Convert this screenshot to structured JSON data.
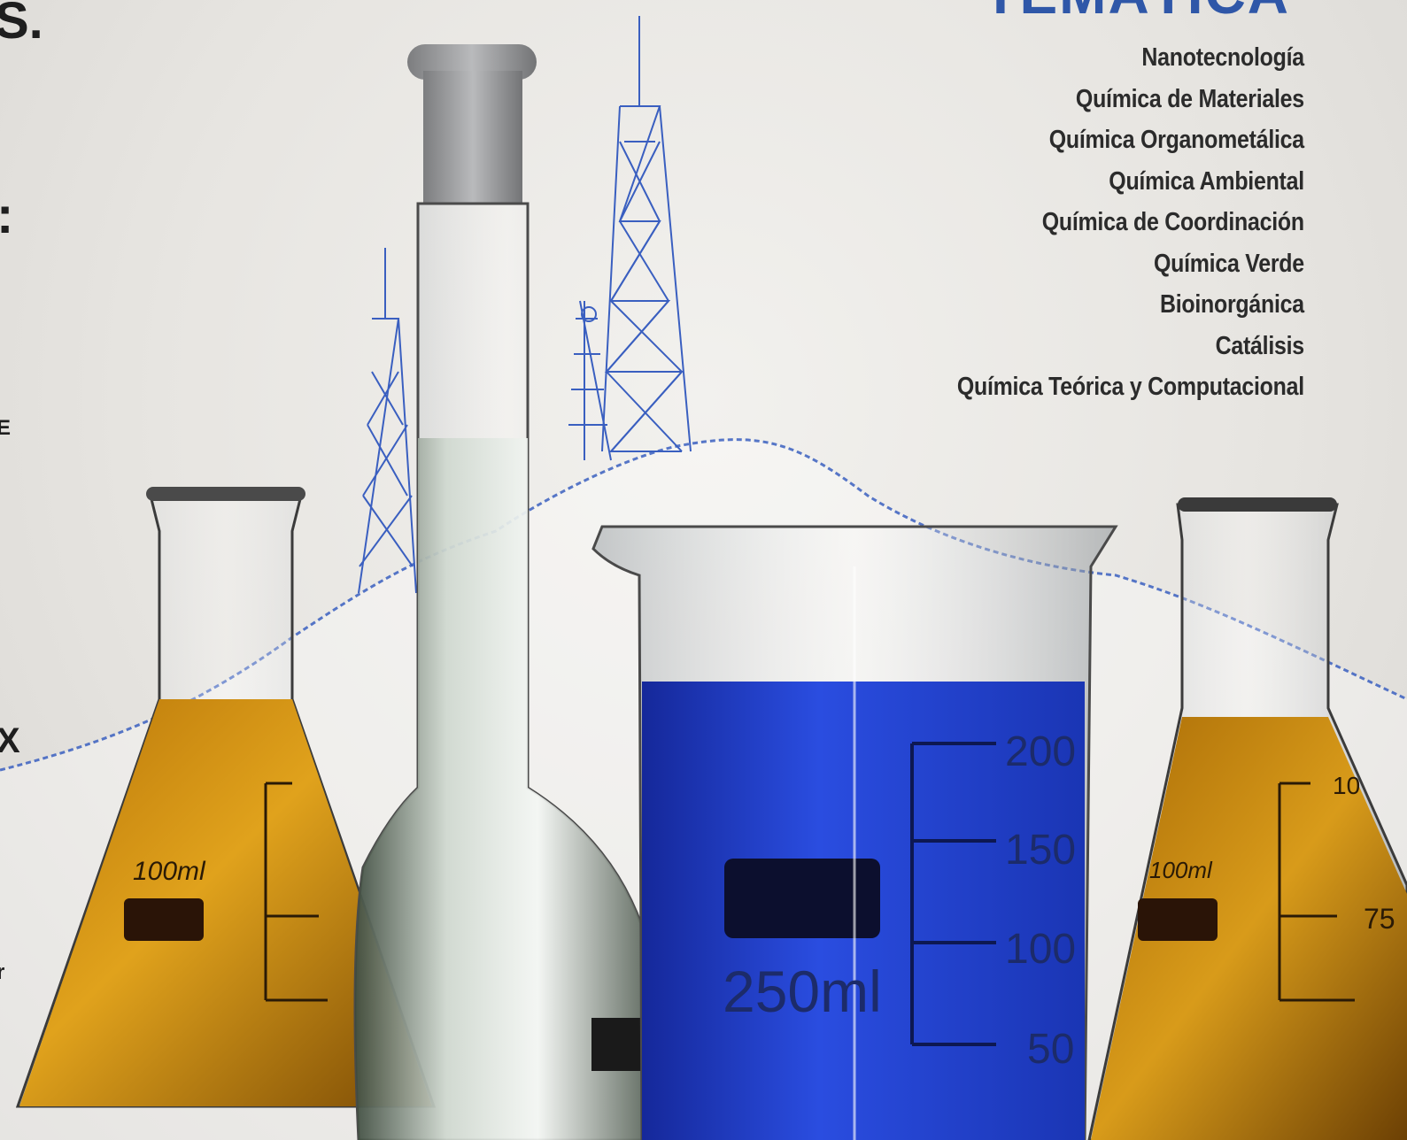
{
  "header_partial": "TEMÁTICA",
  "left_fragments": [
    "S.",
    ":",
    "E",
    "X",
    "r"
  ],
  "temas": [
    "Nanotecnología",
    "Química de Materiales",
    "Química Organometálica",
    "Química Ambiental",
    "Química de Coordinación",
    "Química Verde",
    "Bioinorgánica",
    "Catálisis",
    "Química Teórica y Computacional"
  ],
  "glassware": {
    "left_flask_label": "100ml",
    "right_flask_label": "100ml",
    "right_flask_marks": [
      "10",
      "75"
    ],
    "beaker_label": "250ml",
    "beaker_marks": [
      "200",
      "150",
      "100",
      "50"
    ]
  },
  "colors": {
    "header_blue": "#2f57a8",
    "liquid_amber": "#c98a12",
    "liquid_blue": "#1f3fc8",
    "tower_blue": "#3a5fc0"
  },
  "icons": [
    "radio-tower-icon",
    "erlenmeyer-flask-icon",
    "volumetric-flask-icon",
    "beaker-icon"
  ]
}
